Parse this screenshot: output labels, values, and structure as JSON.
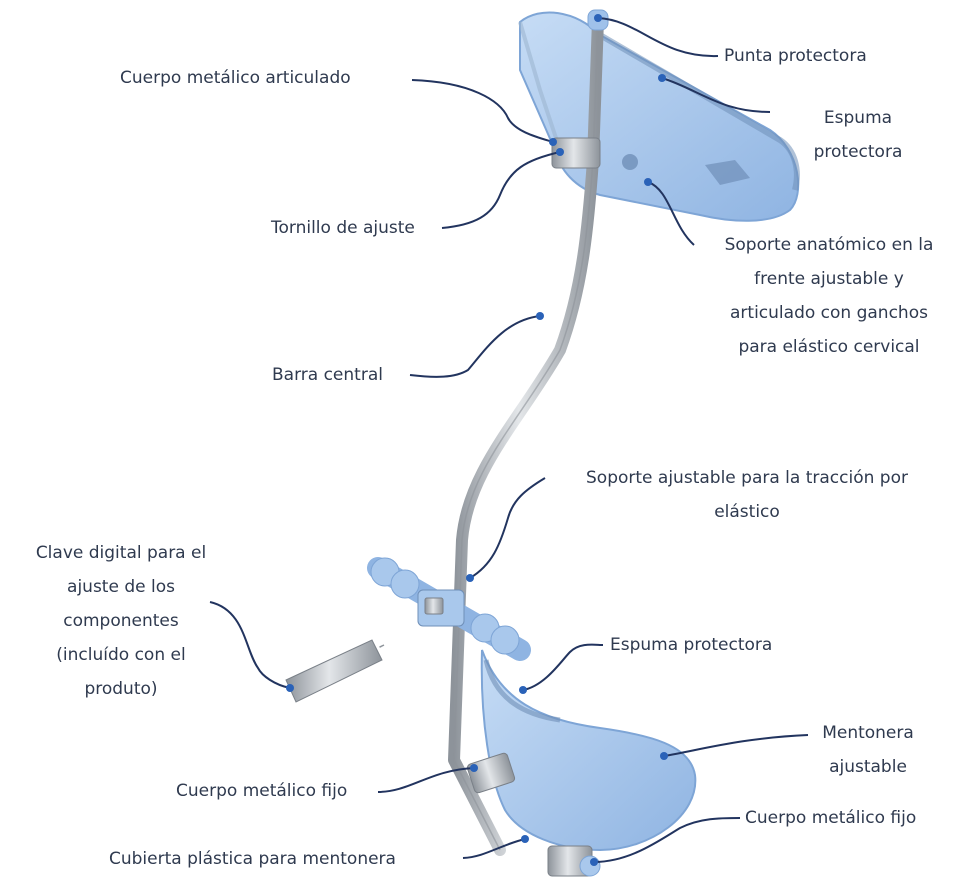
{
  "colors": {
    "text": "#2f3a4f",
    "leader": "#22345f",
    "dot": "#2a62b8",
    "blue_part": "#a9c8ec",
    "blue_dark": "#7ea5d6",
    "metal": "#b9bec4",
    "metal_dark": "#8d939a"
  },
  "labels": {
    "punta": [
      "Punta protectora"
    ],
    "cuerpo_articulado": [
      "Cuerpo metálico articulado"
    ],
    "espuma_top": [
      "Espuma",
      "protectora"
    ],
    "tornillo": [
      "Tornillo de ajuste"
    ],
    "soporte_frente": [
      "Soporte anatómico en la",
      "frente ajustable y",
      "articulado con ganchos",
      "para elástico cervical"
    ],
    "barra": [
      "Barra central"
    ],
    "soporte_traccion": [
      "Soporte ajustable para la tracción por",
      "elástico"
    ],
    "clave": [
      "Clave digital para el",
      "ajuste de los",
      "componentes",
      "(incluído con el",
      "produto)"
    ],
    "espuma_bottom": [
      "Espuma protectora"
    ],
    "mentonera": [
      "Mentonera",
      "ajustable"
    ],
    "cuerpo_fijo_left": [
      "Cuerpo metálico fijo"
    ],
    "cuerpo_fijo_right": [
      "Cuerpo metálico fijo"
    ],
    "cubierta": [
      "Cubierta plástica para mentonera"
    ]
  }
}
